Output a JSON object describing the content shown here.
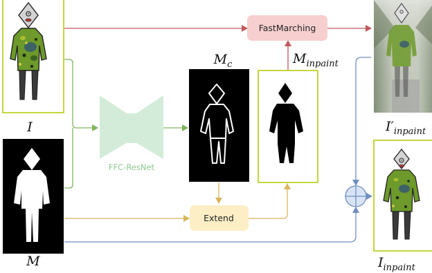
{
  "labels": {
    "input_image": "I",
    "mask": "M",
    "network": "FFC-ResNet",
    "coarse_mask_main": "M",
    "coarse_mask_sub": "c",
    "inpaint_mask_main": "M",
    "inpaint_mask_sub": "inpaint",
    "fast_marching": "FastMarching",
    "extend": "Extend",
    "intermediate_main": "I′",
    "intermediate_sub": "inpaint",
    "output_main": "I",
    "output_sub": "inpaint"
  },
  "colors": {
    "red_flow": "#c0595c",
    "green_flow": "#7fb35d",
    "yellow_flow": "#d9b45c",
    "blue_flow": "#6f8fbe",
    "green_frame": "#c4d63c",
    "fastmarching_fill": "#f7cfcf",
    "extend_fill": "#fdeec6",
    "network_fill": "#d3ecd9",
    "sum_node_fill": "#d8e4f5"
  }
}
